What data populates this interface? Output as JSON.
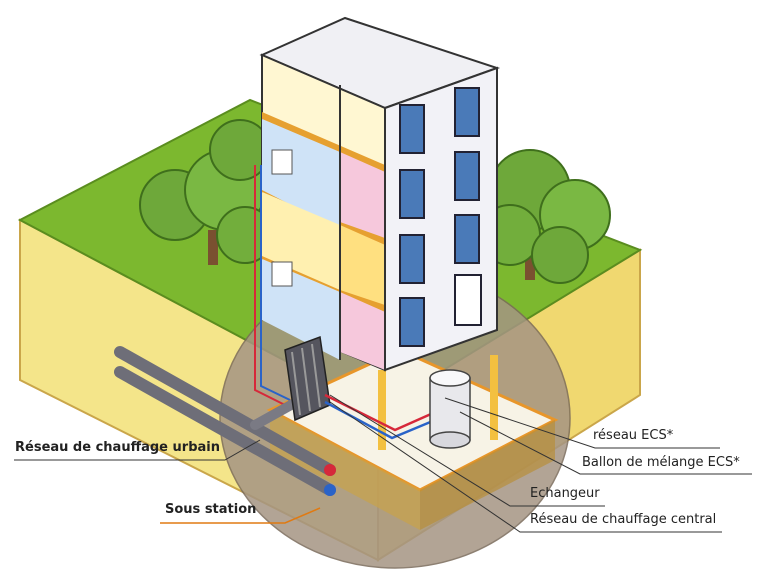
{
  "labels": {
    "urban_network": "Réseau de chauffage urbain",
    "substation": "Sous station",
    "ecs_network": "réseau ECS*",
    "mixing_tank": "Ballon de mélange ECS*",
    "exchanger": "Echangeur",
    "central_network": "Réseau de chauffage central"
  },
  "colors": {
    "grass": "#7cb82f",
    "soil": "#f4e58a",
    "soil_dark": "#c9a24a",
    "building_front": "#f2f2f7",
    "building_side": "#e6e6ee",
    "window": "#4a7ab8",
    "pipe": "#6e6e78",
    "hot_pipe": "#d6283a",
    "cold_pipe": "#2a63c8",
    "substation_line": "#e07a12",
    "tree": "#6ea83a"
  }
}
